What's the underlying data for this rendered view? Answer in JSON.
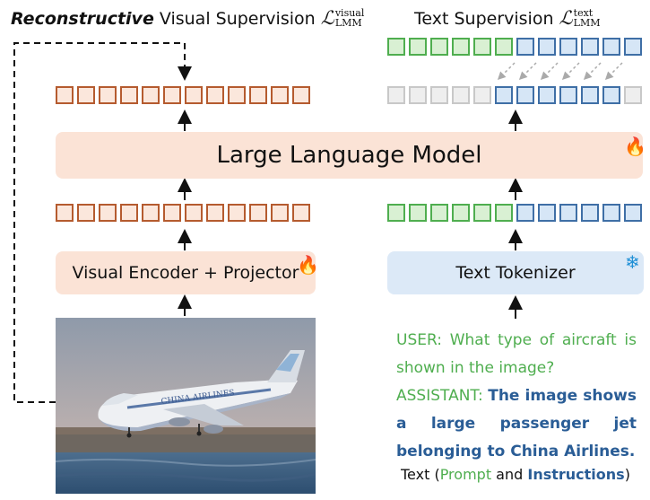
{
  "titles": {
    "visual_bold": "Reconstructive",
    "visual_rest": " Visual Supervision ",
    "visual_loss_symbol": "ℒ",
    "visual_loss_sup": "visual",
    "visual_loss_sub": "LMM",
    "text": "Text Supervision ",
    "text_loss_symbol": "ℒ",
    "text_loss_sup": "text",
    "text_loss_sub": "LMM"
  },
  "boxes": {
    "llm": "Large Language Model",
    "visual_encoder": "Visual Encoder + Projector",
    "text_tokenizer": "Text Tokenizer"
  },
  "dialog": {
    "user": "USER: What type of aircraft is shown in the image?",
    "assistant_label": "ASSISTANT: ",
    "assistant_answer": "The image shows a large passenger jet belonging to China Airlines."
  },
  "caption": {
    "prefix": "Text (",
    "prompt": "Prompt",
    "middle": " and ",
    "instructions": "Instructions",
    "suffix": ")"
  },
  "photo": {
    "airline_text": "CHINA AIRLINES"
  },
  "colors": {
    "visual_token": "#b55b2f",
    "prompt_token": "#4fae4f",
    "answer_token": "#3f6fa6",
    "ignored_token": "#c8c8c8",
    "llm_fill": "#fbe3d6",
    "tokenizer_fill": "#dce9f7"
  },
  "icons": {
    "trainable": "flame-icon",
    "frozen": "snowflake-icon"
  }
}
